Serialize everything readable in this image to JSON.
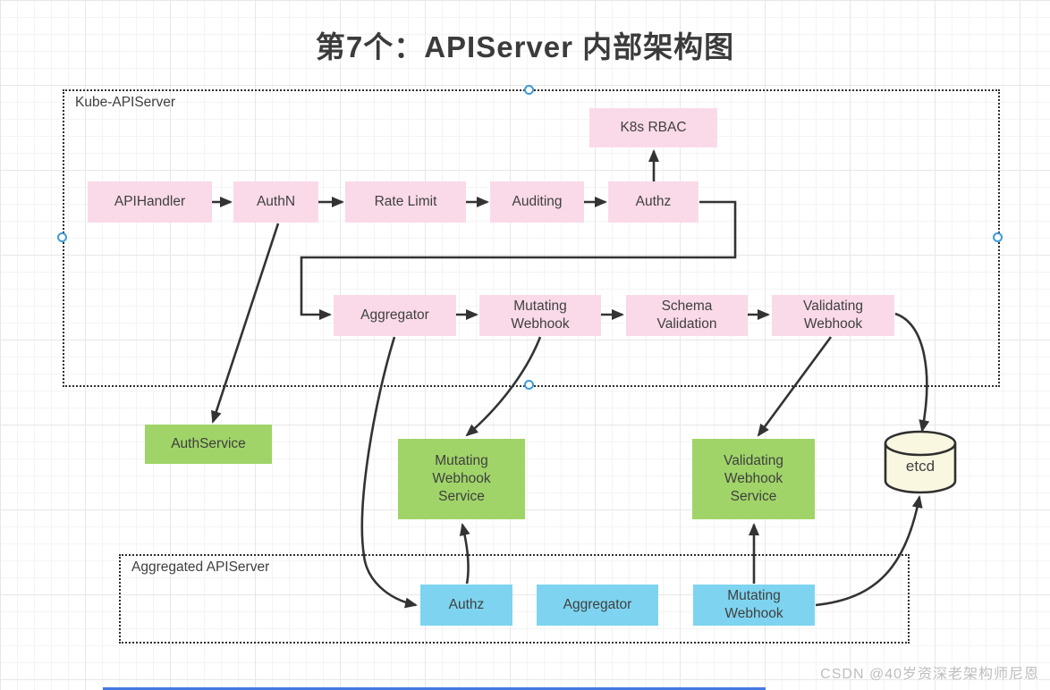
{
  "title": "第7个：APIServer 内部架构图",
  "watermark": "CSDN @40岁资深老架构师尼恩",
  "colors": {
    "pink": "#fadae8",
    "green": "#a0d468",
    "blue": "#7ed4f0",
    "cylinder": "#faf7e1",
    "line": "#333333",
    "handle": "#3e9ad7"
  },
  "containers": {
    "kube": {
      "label": "Kube-APIServer"
    },
    "aggregated": {
      "label": "Aggregated APIServer"
    }
  },
  "nodes": {
    "apihandler": {
      "label": "APIHandler"
    },
    "authn": {
      "label": "AuthN"
    },
    "ratelimit": {
      "label": "Rate Limit"
    },
    "auditing": {
      "label": "Auditing"
    },
    "authz": {
      "label": "Authz"
    },
    "k8s_rbac": {
      "label": "K8s RBAC"
    },
    "aggregator": {
      "label": "Aggregator"
    },
    "mutating_webhook": {
      "label": "Mutating Webhook"
    },
    "schema_validation": {
      "label": "Schema Validation"
    },
    "validating_webhook": {
      "label": "Validating Webhook"
    },
    "auth_service": {
      "label": "AuthService"
    },
    "mutating_webhook_service": {
      "label": "Mutating Webhook Service"
    },
    "validating_webhook_service": {
      "label": "Validating Webhook Service"
    },
    "etcd": {
      "label": "etcd"
    },
    "agg_authz": {
      "label": "Authz"
    },
    "agg_aggregator": {
      "label": "Aggregator"
    },
    "agg_mutating_webhook": {
      "label": "Mutating Webhook"
    }
  }
}
